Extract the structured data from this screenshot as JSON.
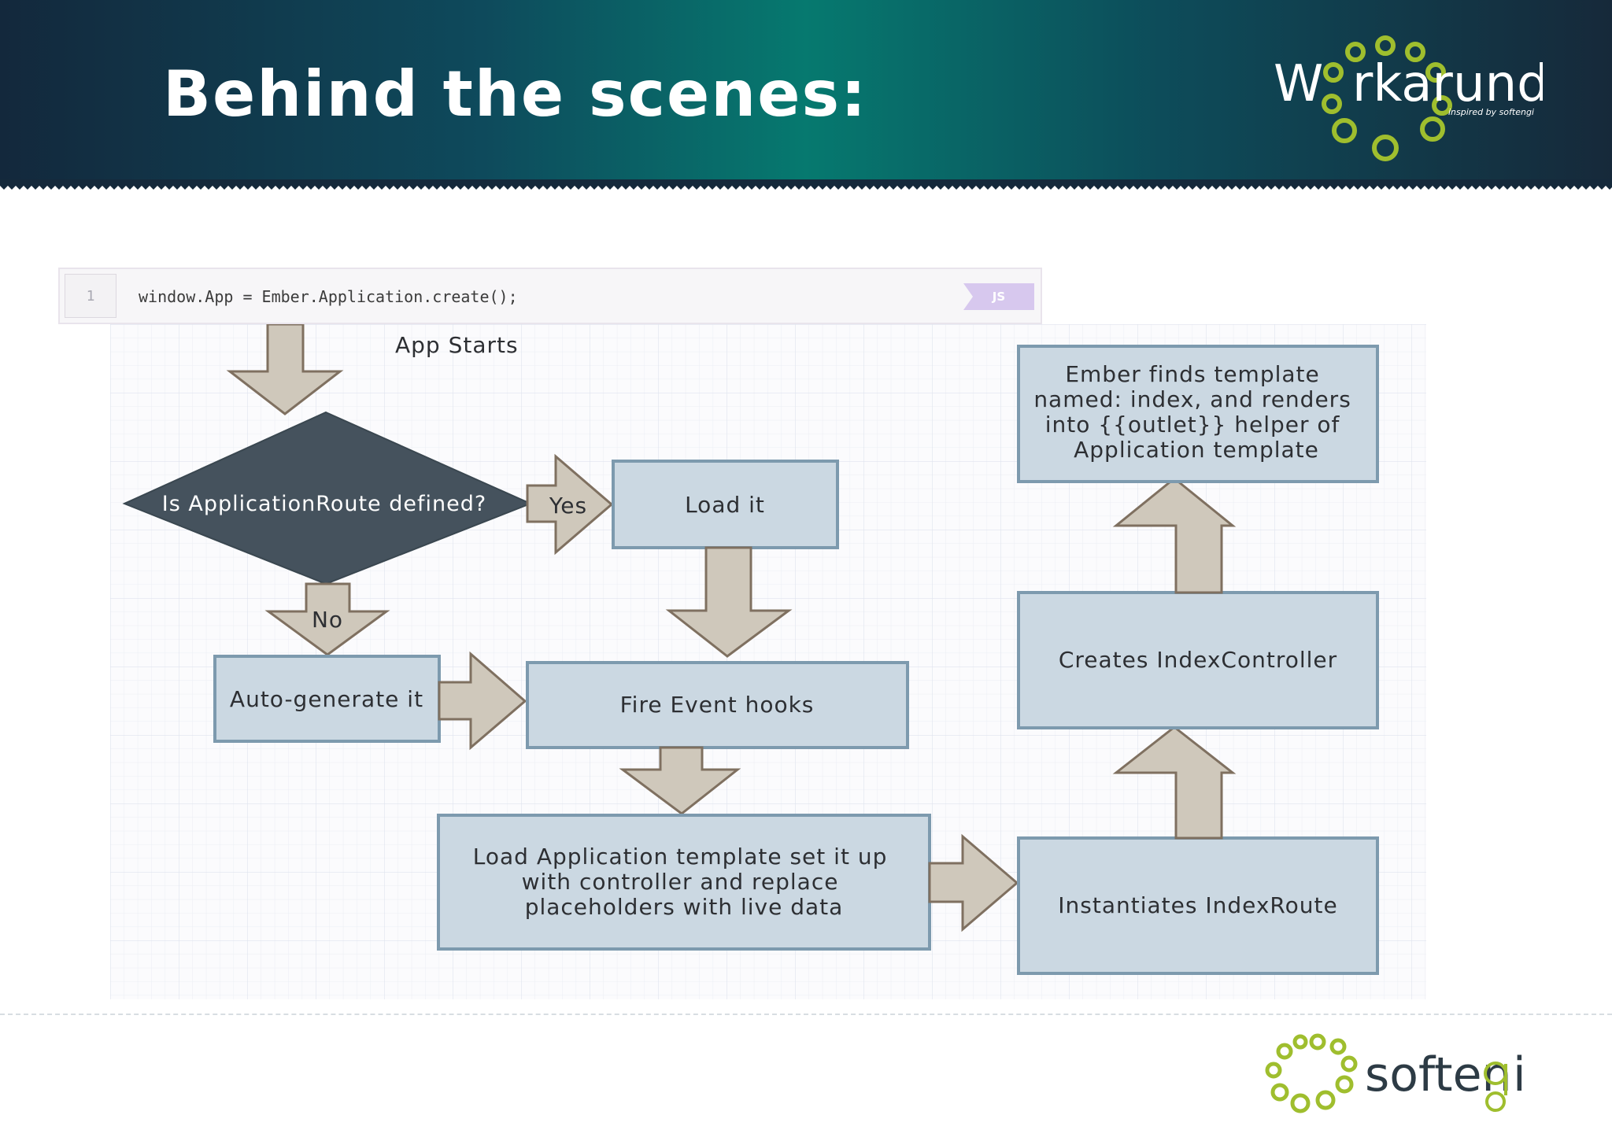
{
  "slide": {
    "title": "Behind the scenes:"
  },
  "brand": {
    "header_logo_text_left": "W",
    "header_logo_text_mid": "rkar",
    "header_logo_text_right": "und",
    "header_logo_tagline": "inspired by softengi",
    "footer_logo_text_left": "soften",
    "footer_logo_text_right": "i"
  },
  "code": {
    "line_number": "1",
    "line": "window.App = Ember.Application.create();",
    "language_badge": "JS"
  },
  "flowchart": {
    "start_label": "App Starts",
    "decision": "Is ApplicationRoute defined?",
    "yes_label": "Yes",
    "no_label": "No",
    "load_it": "Load it",
    "auto_generate": "Auto-generate it",
    "fire_event_hooks": "Fire Event hooks",
    "load_template": [
      "Load Application template set it up",
      "with controller and replace",
      "placeholders with live data"
    ],
    "instantiates_route": "Instantiates IndexRoute",
    "creates_controller": "Creates IndexController",
    "ember_finds": [
      "Ember finds template",
      "named: index, and renders",
      "into {{outlet}} helper of",
      "Application template"
    ]
  },
  "colors": {
    "header_dark": "#13283c",
    "header_teal": "#06796f",
    "brand_green": "#9fbe2e",
    "node_fill": "#cbd8e2",
    "node_border": "#7d9aae",
    "arrow_fill": "#cfc8bb",
    "decision_fill": "#45525d"
  }
}
